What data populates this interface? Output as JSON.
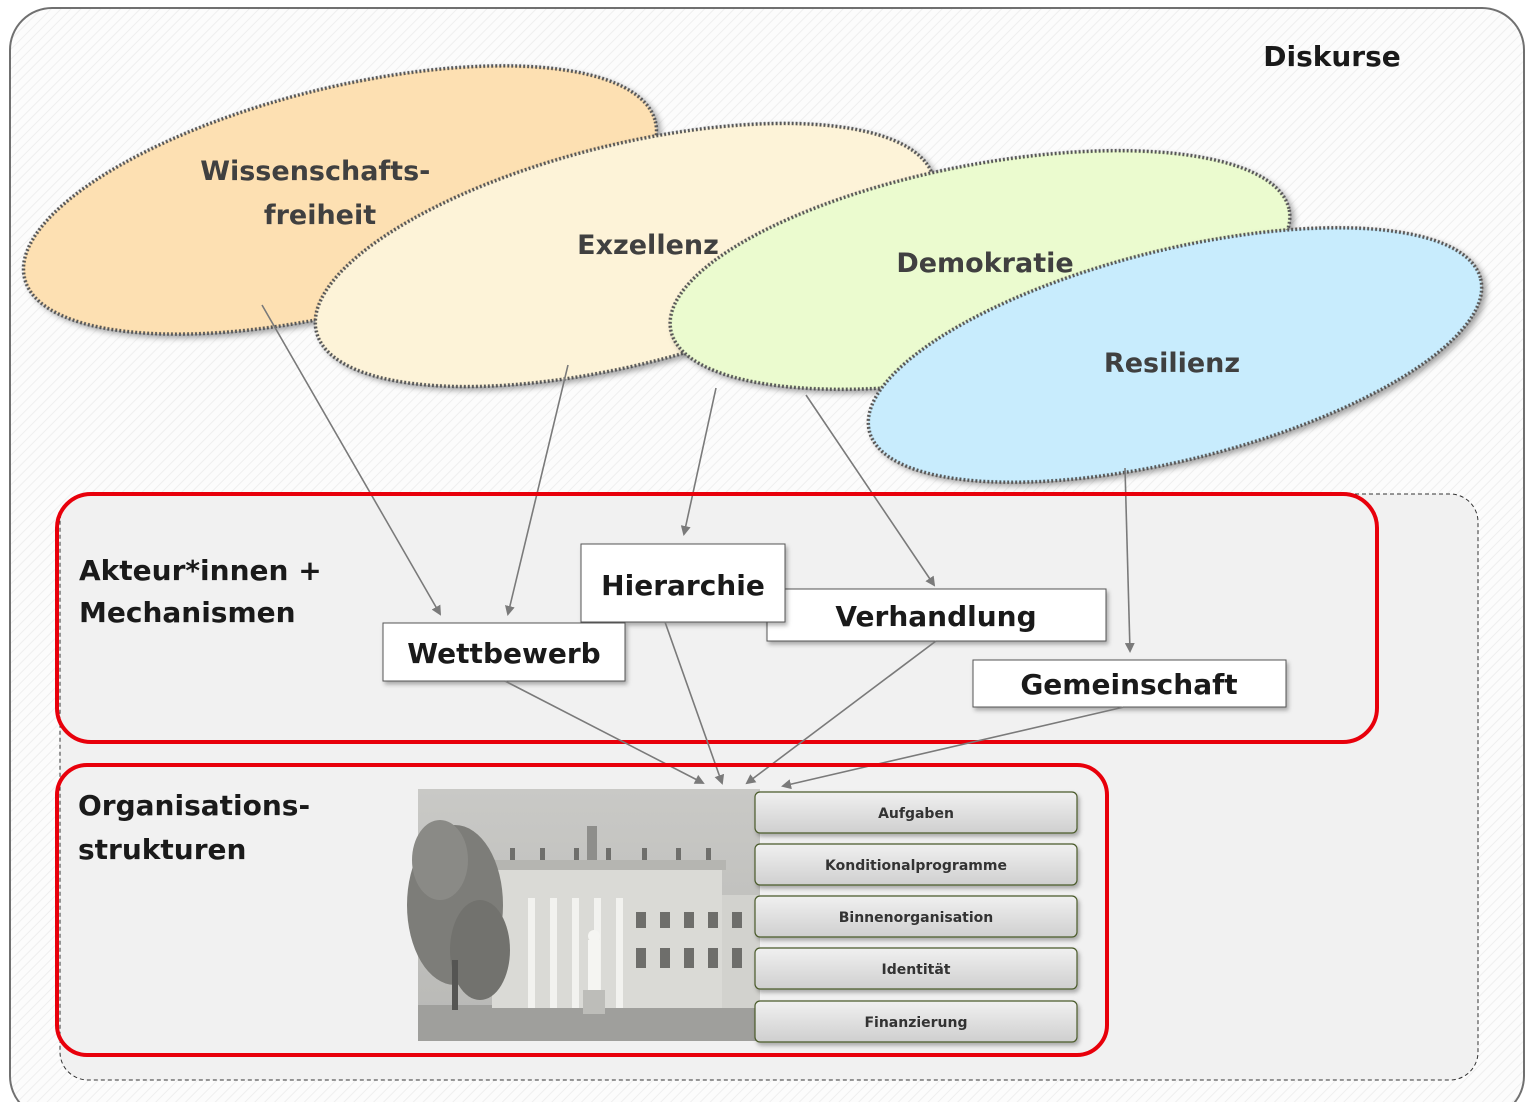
{
  "title": "Diskurse",
  "discourses": [
    {
      "id": "wissenschaftsfreiheit",
      "lines": [
        "Wissenschafts-",
        "freiheit"
      ],
      "color": "#fde0b2"
    },
    {
      "id": "exzellenz",
      "lines": [
        "Exzellenz"
      ],
      "color": "#fdf3d8"
    },
    {
      "id": "demokratie",
      "lines": [
        "Demokratie"
      ],
      "color": "#ebfbcf"
    },
    {
      "id": "resilienz",
      "lines": [
        "Resilienz"
      ],
      "color": "#c8ecfd"
    }
  ],
  "actors_section": {
    "label_lines": [
      "Akteur*innen +",
      "Mechanismen"
    ]
  },
  "mechanisms": [
    {
      "id": "wettbewerb",
      "label": "Wettbewerb"
    },
    {
      "id": "hierarchie",
      "label": "Hierarchie"
    },
    {
      "id": "verhandlung",
      "label": "Verhandlung"
    },
    {
      "id": "gemeinschaft",
      "label": "Gemeinschaft"
    }
  ],
  "org_section": {
    "label_lines": [
      "Organisations-",
      "strukturen"
    ]
  },
  "structures": [
    {
      "id": "aufgaben",
      "label": "Aufgaben"
    },
    {
      "id": "konditionalprogramme",
      "label": "Konditionalprogramme"
    },
    {
      "id": "binnenorganisation",
      "label": "Binnenorganisation"
    },
    {
      "id": "identitaet",
      "label": "Identität"
    },
    {
      "id": "finanzierung",
      "label": "Finanzierung"
    }
  ],
  "colors": {
    "frame_border": "#707070",
    "section_border": "#e8000b",
    "arrow": "#7a7a7a"
  }
}
